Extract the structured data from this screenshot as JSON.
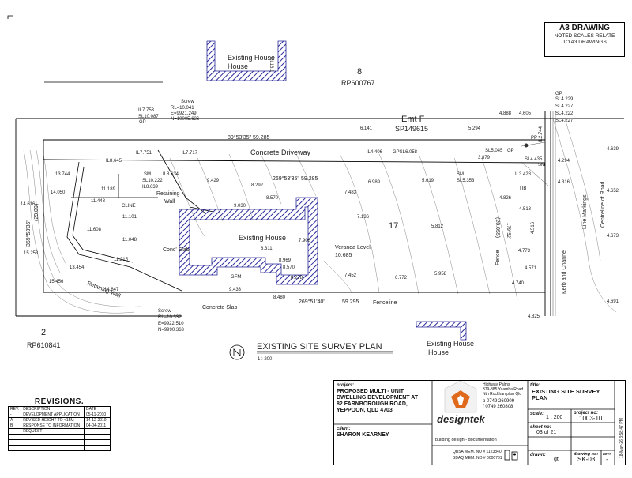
{
  "a3": {
    "title": "A3 DRAWING",
    "note1": "NOTED SCALES RELATE",
    "note2": "TO A3 DRAWINGS"
  },
  "plan": {
    "lot8": "8",
    "rp8": "RP600767",
    "lot2": "2",
    "rp2": "RP610841",
    "lot17": "17",
    "existing_house": "Existing House",
    "emt": "Emt F",
    "sp": "SP149615",
    "driveway": "Concrete Driveway",
    "retaining_wall": "Retaining Wall",
    "retaining_wall2": "Retaining Wall",
    "conc_slab": "Conc' Slab",
    "concrete_slab": "Concrete Slab",
    "fenceline": "Fenceline",
    "fence": "Fence",
    "kerb": "Kerb and Channel",
    "line_markings": "Line Markings",
    "centreline": "Centreline of Road",
    "bearing_top": "89°53'35\"",
    "dist_top": "59.285",
    "bearing_mid": "269°53'35\"",
    "dist_mid": "59.285",
    "bearing_bot": "269°51'40\"",
    "dist_bot": "59.295",
    "bearing_left": "359°53'35\"",
    "dist_left": "(20.09)",
    "dist_right": "(20.055)",
    "bearing_right": "179°52'",
    "veranda": "Veranda Level",
    "veranda_val": "10.685",
    "screw_top": "Screw",
    "screw_top_rl": "RL=10.041",
    "screw_top_e": "E=9921.249",
    "screw_top_n": "N=10005.626",
    "screw_bot": "Screw",
    "screw_bot_rl": "RL=10.332",
    "screw_bot_e": "E=9922.510",
    "screw_bot_n": "N=9990.363",
    "cline": "CLINE",
    "gfm": "GFM",
    "sm": "SM",
    "tib": "TIB",
    "gp": "GP",
    "pp": "PP",
    "plan_title": "EXISTING SITE SURVEY PLAN",
    "plan_scale": "1 : 200",
    "spot": {
      "il7753": "IL7.753",
      "sl10087": "SL10.087",
      "il7751": "IL7.751",
      "il7717": "IL7.717",
      "il8645": "IL8.645",
      "sl10222": "SL10.222",
      "il8639": "IL8.639",
      "il8634": "IL8.634",
      "v13744": "13.744",
      "v14050": "14.050",
      "v14616": "14.616",
      "v15253": "15.253",
      "v15456": "15.456",
      "v14847": "14.847",
      "v13454": "13.454",
      "v11189": "11.189",
      "v11448": "11.448",
      "v11101": "11.101",
      "v11608": "11.608",
      "v11048": "11.048",
      "v11215": "11.215",
      "v9429": "9.429",
      "v8292": "8.292",
      "v8570": "8.570",
      "v9030": "9.030",
      "v7483": "7.483",
      "v6989": "6.989",
      "v6141": "6.141",
      "v5294": "5.294",
      "v4888": "4.888",
      "v4605": "4.605",
      "il4406": "IL4.406",
      "gpsl": "GPSL6.058",
      "v5619": "5.619",
      "sl5353": "SL5.353",
      "sl5045": "SL5.045",
      "v3879": "3.879",
      "sl4435": "SL4.435",
      "il3428": "IL3.428",
      "v4826": "4.826",
      "v4513": "4.513",
      "v7136": "7.136",
      "v5812": "5.812",
      "v7908": "7.908",
      "v8311": "8.311",
      "v8969": "8.969",
      "v8570b": "8.570",
      "v8278": "8.278",
      "v9433": "9.433",
      "v8480": "8.480",
      "v7452": "7.452",
      "v6772": "6.772",
      "v5958": "5.958",
      "v4773": "4.773",
      "v4571": "4.571",
      "v4740": "4.740",
      "v4825": "4.825",
      "v4639": "4.639",
      "v4294": "4.294",
      "v4316": "4.316",
      "v4652": "4.652",
      "v4673": "4.673",
      "v4691": "4.691",
      "sl4229": "SL4.229",
      "sl4227": "SL4.227",
      "sl4222": "SL4.222",
      "sl4227b": "SL4.227",
      "v2744": "IL2.744",
      "v4516": "4.516"
    }
  },
  "revisions": {
    "title": "REVISIONS.",
    "headers": [
      "REV.",
      "DESCRIPTION",
      "DATE"
    ],
    "rows": [
      [
        "-",
        "DEVELOPMENT APPLICATION",
        "05-11-2010"
      ],
      [
        "A",
        "REVISED HEIGHT TO <15M",
        "14-12-2010"
      ],
      [
        "B",
        "RESPONSE TO INFORMATION",
        "04-04-2011"
      ],
      [
        "",
        "REQUEST",
        ""
      ],
      [
        "",
        "",
        ""
      ],
      [
        "",
        "",
        ""
      ],
      [
        "",
        "",
        ""
      ]
    ]
  },
  "titleblock": {
    "project_k": "project:",
    "project_1": "PROPOSED MULTI - UNIT",
    "project_2": "DWELLING DEVELOPMENT AT",
    "project_3": "82 FARNBOROUGH ROAD,",
    "project_4": "YEPPOON, QLD 4703",
    "client_k": "client:",
    "client": "SHARON KEARNEY",
    "firm": "designtek",
    "firm_sub": "building design - documentation",
    "addr1": "Highway Palms",
    "addr2": "379-385 Yaamba Road",
    "addr3": "Nth Rockhampton Qld",
    "phone": "p 0749 260909",
    "fax": "f 0749 260808",
    "qbsa": "QBSA MEM. NO # 1123840",
    "bdaq": "BDAQ MEM. NO # 0000761",
    "title_k": "title:",
    "title_1": "EXISTING SITE SURVEY",
    "title_2": "PLAN",
    "scale_k": "scale:",
    "scale": "1 : 200",
    "projno_k": "project no:",
    "projno": "1003-10",
    "sheet_k": "sheet no:",
    "sheet": "03 of 21",
    "drawn_k": "drawn:",
    "drawn": "gt",
    "dwgno_k": "drawing no:",
    "dwgno": "SK-03",
    "rev_k": "rev:",
    "rev": "-",
    "stamp": "18-May-26 3:58:47 PM"
  }
}
